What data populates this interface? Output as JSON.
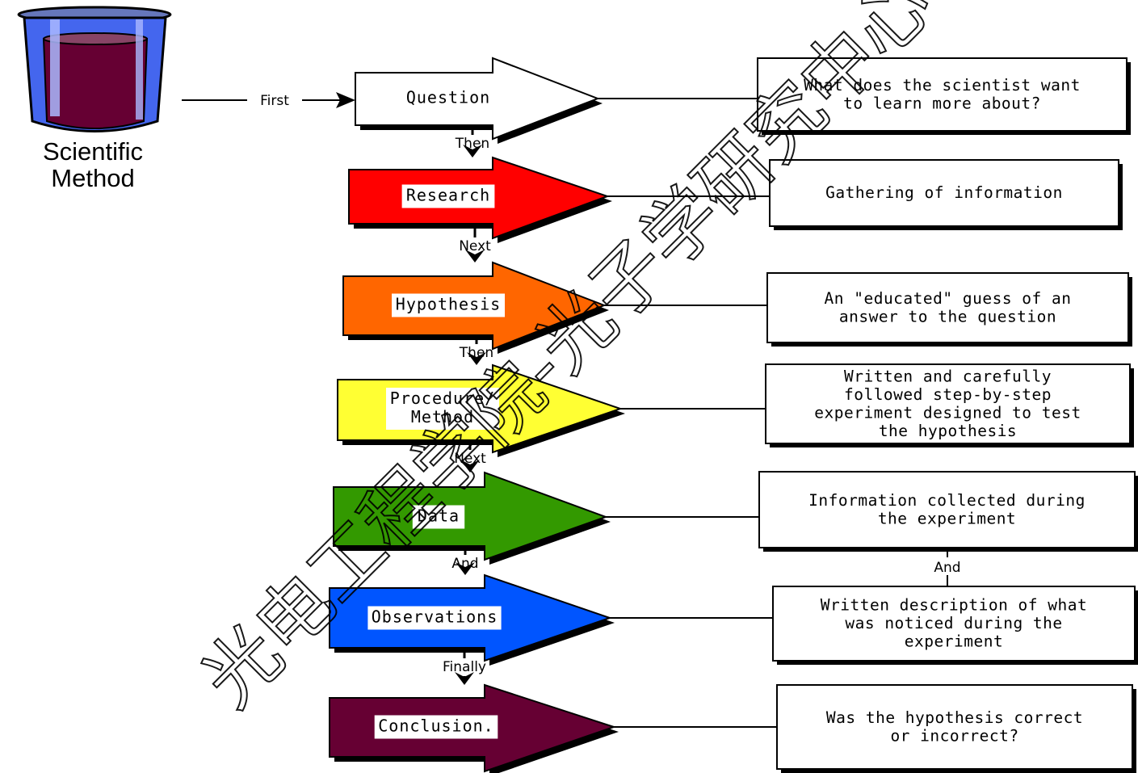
{
  "title": {
    "line1": "Scientific",
    "line2": "Method"
  },
  "first_label": "First",
  "steps": [
    {
      "label": [
        "Question"
      ],
      "color": "#ffffff",
      "connector": "Then",
      "description": [
        "What does the scientist want",
        "to learn more about?"
      ]
    },
    {
      "label": [
        "Research"
      ],
      "color": "#ff0000",
      "connector": "Next",
      "description": [
        "Gathering of information"
      ]
    },
    {
      "label": [
        "Hypothesis"
      ],
      "color": "#ff6600",
      "connector": "Then",
      "description": [
        "An \"educated\" guess of an",
        "answer to the question"
      ]
    },
    {
      "label": [
        "Procedure/",
        "Method"
      ],
      "color": "#ffff33",
      "connector": "Next",
      "description": [
        "Written and carefully",
        "followed step-by-step",
        "experiment designed to test",
        "the hypothesis"
      ]
    },
    {
      "label": [
        "Data"
      ],
      "color": "#339900",
      "connector": "And",
      "description": [
        "Information collected during",
        "the experiment"
      ],
      "desc_connector": "And"
    },
    {
      "label": [
        "Observations"
      ],
      "color": "#0055ff",
      "connector": "Finally",
      "description": [
        "Written description of what",
        "was noticed during the",
        "experiment"
      ]
    },
    {
      "label": [
        "Conclusion."
      ],
      "color": "#660033",
      "connector": "",
      "description": [
        "Was the hypothesis correct",
        "or incorrect?"
      ]
    }
  ],
  "watermark": "光电工程学院-光子学研究中心"
}
